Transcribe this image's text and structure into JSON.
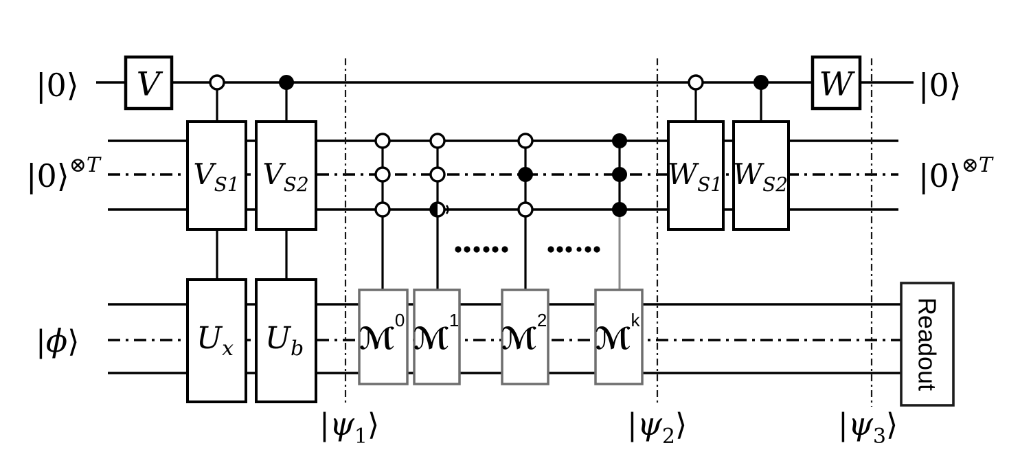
{
  "palette": {
    "ink": "#000000",
    "m_box_border": "#6e6e6e",
    "gray_connector": "#8a8a8a",
    "background": "#ffffff"
  },
  "kets": {
    "in_ancilla": "|0⟩",
    "in_clock_base": "|0⟩",
    "in_clock_sup": "⊗T",
    "in_system_bar": "|",
    "in_system_symbol": "ϕ",
    "in_system_close": "⟩",
    "out_ancilla": "|0⟩",
    "out_clock_base": "|0⟩",
    "out_clock_sup": "⊗T"
  },
  "states": {
    "psi1_bar": "|",
    "psi1_symbol": "ψ",
    "psi1_sub": "1",
    "psi1_close": "⟩",
    "psi2_bar": "|",
    "psi2_symbol": "ψ",
    "psi2_sub": "2",
    "psi2_close": "⟩",
    "psi3_bar": "|",
    "psi3_symbol": "ψ",
    "psi3_sub": "3",
    "psi3_close": "⟩"
  },
  "gates": {
    "v": "V",
    "w": "W",
    "vs1_main": "V",
    "vs1_sub": "S1",
    "vs2_main": "V",
    "vs2_sub": "S2",
    "ws1_main": "W",
    "ws1_sub": "S1",
    "ws2_main": "W",
    "ws2_sub": "S2",
    "ux_main": "U",
    "ux_sub": "x",
    "ub_main": "U",
    "ub_sub": "b",
    "m0_main": "ℳ",
    "m0_sup": "0",
    "m1_main": "ℳ",
    "m1_sup": "1",
    "m2_main": "ℳ",
    "m2_sup": "2",
    "mk_main": "ℳ",
    "mk_sup": "k",
    "readout": "Readout"
  },
  "semantics": {
    "registers": [
      {
        "name": "ancilla",
        "wires": 1,
        "input": "|0⟩",
        "output": "|0⟩"
      },
      {
        "name": "clock",
        "wires": 3,
        "wire_styles": [
          "solid",
          "dash-dot",
          "solid"
        ],
        "input": "|0⟩⊗T",
        "output": "|0⟩⊗T"
      },
      {
        "name": "system",
        "wires": 3,
        "wire_styles": [
          "solid",
          "dash-dot",
          "solid"
        ],
        "input": "|ϕ⟩",
        "output": "Readout"
      }
    ],
    "ancilla_controls": [
      {
        "gate": "VS1",
        "type": "open"
      },
      {
        "gate": "VS2",
        "type": "filled"
      },
      {
        "gate": "WS1",
        "type": "open"
      },
      {
        "gate": "WS2",
        "type": "filled"
      }
    ],
    "clock_control_columns": [
      {
        "gate": "M0",
        "pattern": [
          "open",
          "open",
          "open"
        ]
      },
      {
        "gate": "M1",
        "pattern": [
          "open",
          "open",
          "half-filled"
        ]
      },
      {
        "gate": "M2",
        "pattern": [
          "open",
          "filled",
          "open"
        ]
      },
      {
        "gate": "Mk",
        "pattern": [
          "filled",
          "filled",
          "filled"
        ]
      }
    ],
    "barrier_states": [
      "ψ1",
      "ψ2",
      "ψ3"
    ]
  }
}
